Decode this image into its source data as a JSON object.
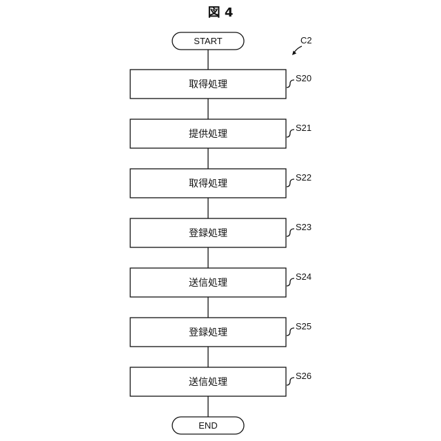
{
  "figure_title": "図 4",
  "flow_id": "C2",
  "start": "START",
  "end": "END",
  "steps": [
    {
      "id": "S20",
      "label": "取得処理"
    },
    {
      "id": "S21",
      "label": "提供処理"
    },
    {
      "id": "S22",
      "label": "取得処理"
    },
    {
      "id": "S23",
      "label": "登録処理"
    },
    {
      "id": "S24",
      "label": "送信処理"
    },
    {
      "id": "S25",
      "label": "登録処理"
    },
    {
      "id": "S26",
      "label": "送信処理"
    }
  ]
}
